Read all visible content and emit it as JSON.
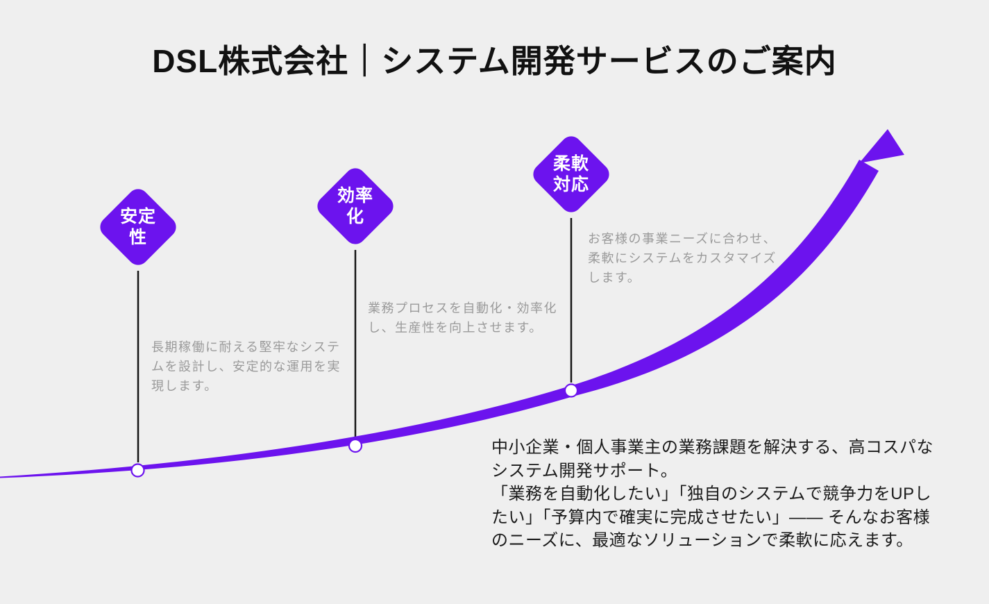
{
  "title": "DSL株式会社｜システム開発サービスのご案内",
  "colors": {
    "background": "#EFEFEF",
    "accent_purple": "#6C13EE",
    "title_text": "#111111",
    "summary_text": "#1A1A1A",
    "description_text": "#9A9A9A",
    "connector_line": "#151515",
    "node_fill": "#FFFFFF"
  },
  "growth_chart": {
    "curve_icon": "ascending-growth-arrow",
    "direction": "bottom-left to top-right"
  },
  "milestones": [
    {
      "label": "安定\n性",
      "description": "長期稼働に耐える堅牢なシステ\nムを設計し、安定的な運用を実\n現します。"
    },
    {
      "label": "効率\n化",
      "description": "業務プロセスを自動化・効率化\nし、生産性を向上させます。"
    },
    {
      "label": "柔軟\n対応",
      "description": "お客様の事業ニーズに合わせ、\n柔軟にシステムをカスタマイズ\nします。"
    }
  ],
  "summary": "中小企業・個人事業主の業務課題を解決する、高コスパな\nシステム開発サポート。\n「業務を自動化したい」「独自のシステムで競争力をUPし\nたい」「予算内で確実に完成させたい」—— そんなお客様\nのニーズに、最適なソリューションで柔軟に応えます。"
}
